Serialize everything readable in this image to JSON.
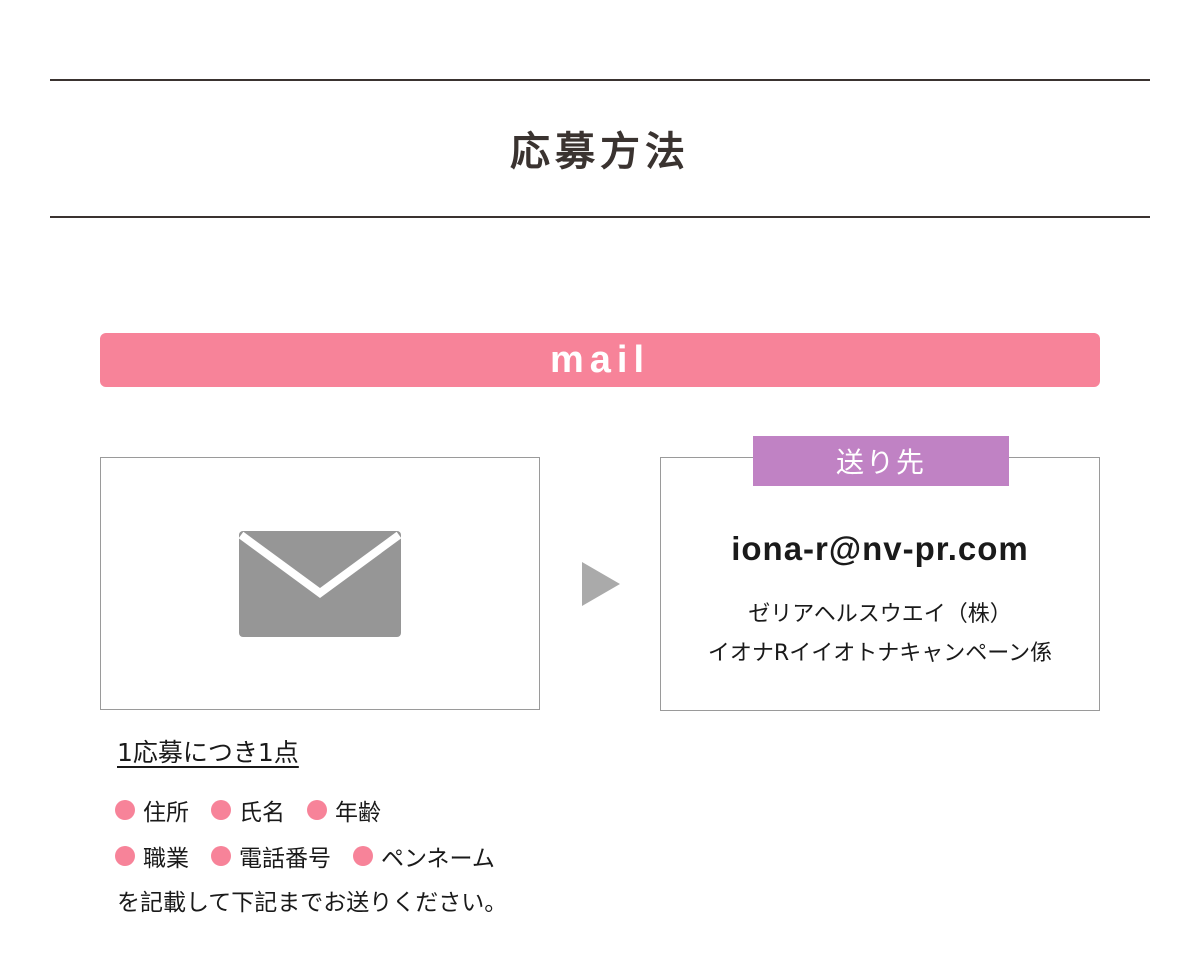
{
  "header": {
    "title": "応募方法"
  },
  "banner": {
    "label": "mail"
  },
  "destination": {
    "tag": "送り先",
    "email": "iona-r@nv-pr.com",
    "company": "ゼリアヘルスウエイ（株）",
    "department": "イオナRイイオトナキャンペーン係"
  },
  "instructions": {
    "limit": "1応募につき1点",
    "items_row1": [
      "住所",
      "氏名",
      "年齢"
    ],
    "items_row2": [
      "職業",
      "電話番号",
      "ペンネーム"
    ],
    "closing": "を記載して下記までお送りください。"
  },
  "icons": {
    "envelope": "envelope-icon",
    "arrow": "arrow-right-icon"
  },
  "colors": {
    "accent_pink": "#f78399",
    "tag_purple": "#c082c4",
    "envelope_gray": "#969696",
    "arrow_gray": "#aaaaaa"
  }
}
